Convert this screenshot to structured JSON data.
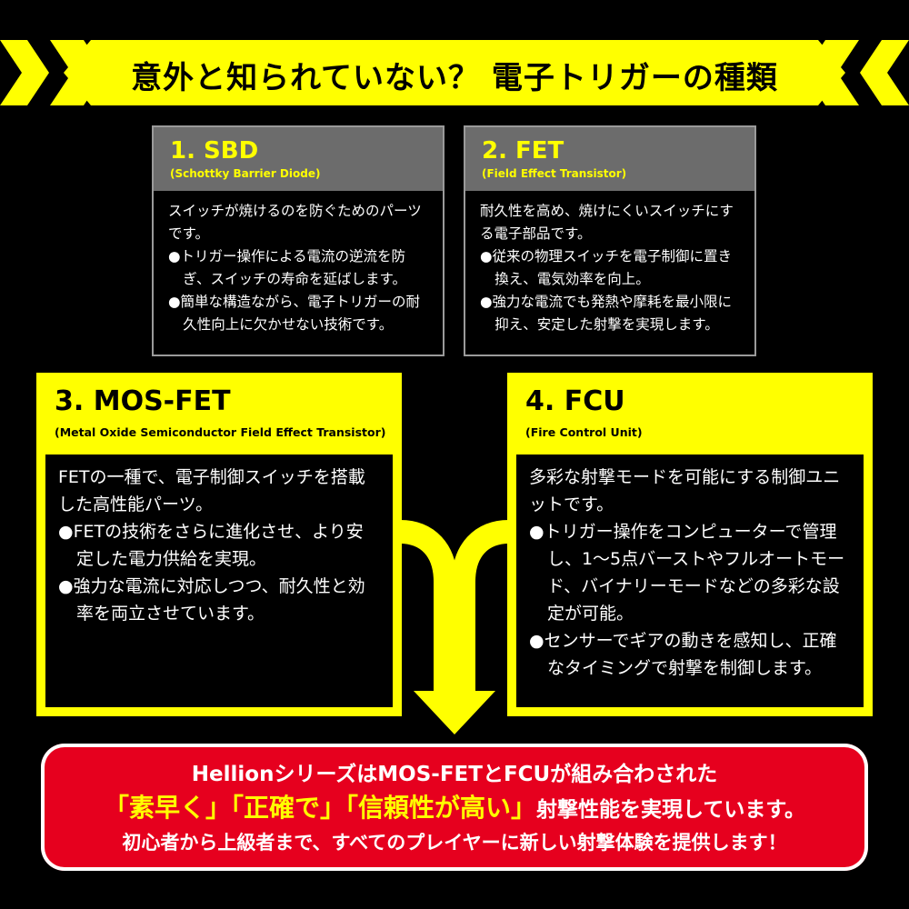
{
  "banner": {
    "title": "意外と知られていない？ 電子トリガーの種類"
  },
  "cards": [
    {
      "title": "1. SBD",
      "subtitle": "(Schottky Barrier Diode)",
      "lead": "スイッチが焼けるのを防ぐためのパーツです。",
      "bullets": [
        "●トリガー操作による電流の逆流を防ぎ、スイッチの寿命を延ばします。",
        "●簡単な構造ながら、電子トリガーの耐久性向上に欠かせない技術です。"
      ]
    },
    {
      "title": "2. FET",
      "subtitle": "(Field Effect Transistor)",
      "lead": "耐久性を高め、焼けにくいスイッチにする電子部品です。",
      "bullets": [
        "●従来の物理スイッチを電子制御に置き換え、電気効率を向上。",
        "●強力な電流でも発熱や摩耗を最小限に抑え、安定した射撃を実現します。"
      ]
    },
    {
      "title": "3. MOS-FET",
      "subtitle": "(Metal Oxide Semiconductor Field Effect Transistor)",
      "lead": "FETの一種で、電子制御スイッチを搭載した高性能パーツ。",
      "bullets": [
        "●FETの技術をさらに進化させ、より安定した電力供給を実現。",
        "●強力な電流に対応しつつ、耐久性と効率を両立させています。"
      ]
    },
    {
      "title": "4. FCU",
      "subtitle": "(Fire Control Unit)",
      "lead": "多彩な射撃モードを可能にする制御ユニットです。",
      "bullets": [
        "●トリガー操作をコンピューターで管理し、1～5点バーストやフルオートモード、バイナリーモードなどの多彩な設定が可能。",
        "●センサーでギアの動きを感知し、正確なタイミングで射撃を制御します。"
      ]
    }
  ],
  "bottom": {
    "line1": "HellionシリーズはMOS-FETとFCUが組み合わされた",
    "highlight1": "「素早く」",
    "highlight2": "「正確で」",
    "highlight3": "「信頼性が高い」",
    "line2_tail": "射撃性能を実現しています。",
    "line3": "初心者から上級者まで、すべてのプレイヤーに新しい射撃体験を提供します！"
  },
  "colors": {
    "accent": "#ffff00",
    "background": "#000000",
    "header_gray": "#6c6c6c",
    "alert_red": "#e6001e"
  }
}
